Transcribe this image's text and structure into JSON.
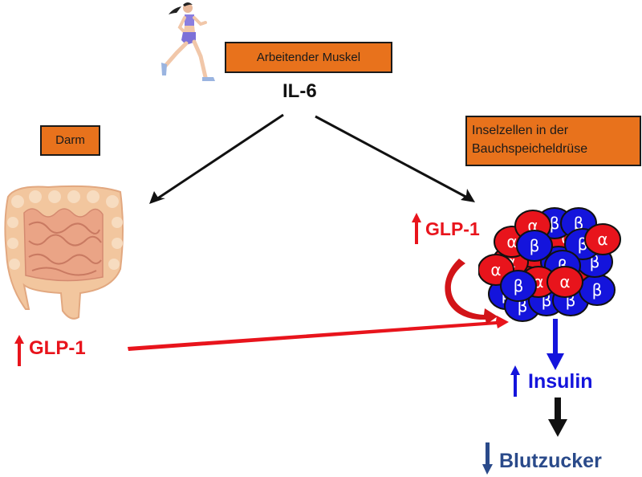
{
  "diagram": {
    "source": {
      "label": "Arbeitender Muskel",
      "signal": "IL-6",
      "icon": "runner-icon"
    },
    "left_branch": {
      "organ_label": "Darm",
      "organ_icon": "intestine-icon",
      "effect": {
        "direction": "up",
        "label": "GLP-1",
        "color": "#e8141c"
      }
    },
    "right_branch": {
      "organ_label_line1": "Inselzellen in der",
      "organ_label_line2": "Bauchspeicheldrüse",
      "organ_icon": "islet-cluster-icon",
      "effect": {
        "direction": "up",
        "label": "GLP-1",
        "color": "#e8141c"
      }
    },
    "islet_cells": {
      "alpha_symbol": "α",
      "beta_symbol": "β",
      "alpha_color": "#e8141c",
      "beta_color": "#1414dc"
    },
    "outcomes": [
      {
        "direction": "up",
        "label": "Insulin",
        "color": "#1414dc"
      },
      {
        "direction": "down",
        "label": "Blutzucker",
        "color": "#2a4a8a"
      }
    ],
    "colors": {
      "box_fill": "#e8721c",
      "arrow_black": "#111111",
      "arrow_red": "#e8141c",
      "arrow_blue": "#1414dc"
    }
  }
}
